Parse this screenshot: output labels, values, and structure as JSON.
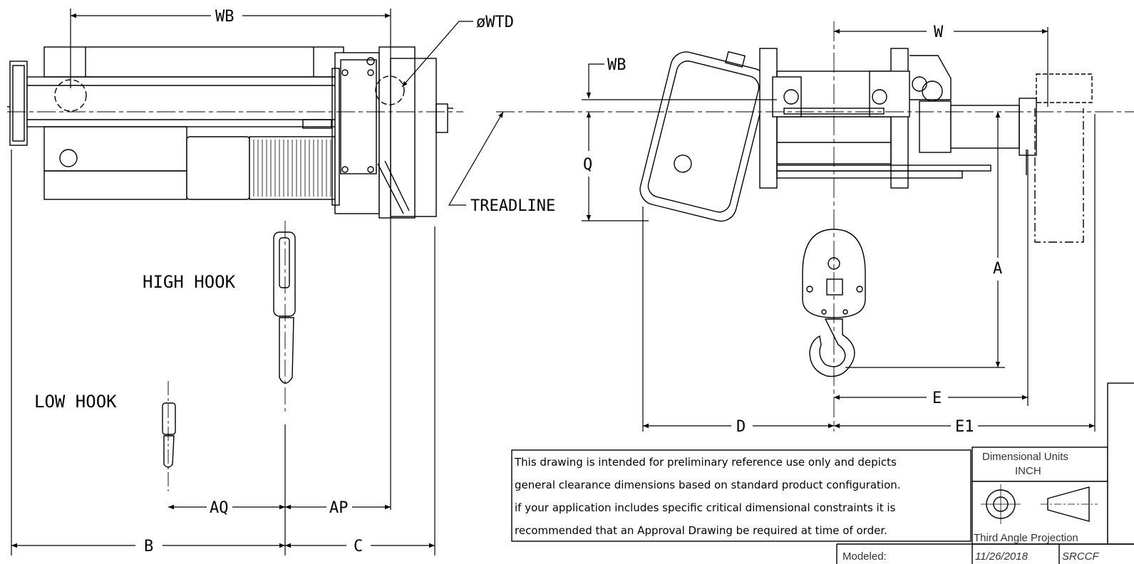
{
  "dimensions": {
    "wb_top": "WB",
    "wtd": "øWTD",
    "treadline": "TREADLINE",
    "w": "W",
    "wb_side": "WB",
    "q": "Q",
    "a": "A",
    "e": "E",
    "d": "D",
    "e1": "E1",
    "aq": "AQ",
    "ap": "AP",
    "b": "B",
    "c": "C"
  },
  "labels": {
    "high_hook": "HIGH HOOK",
    "low_hook": "LOW HOOK"
  },
  "note": {
    "line1": "This drawing is intended for preliminary reference use only and depicts",
    "line2": "general clearance dimensions based on standard product configuration.",
    "line3": "if your application includes specific critical dimensional constraints it is",
    "line4": "recommended that an Approval Drawing be required at time of order."
  },
  "title_block": {
    "units_label": "Dimensional Units",
    "units_value": "INCH",
    "projection": "Third Angle Projection",
    "modeled_label": "Modeled:",
    "date": "11/26/2018",
    "code": "SRCCF"
  }
}
